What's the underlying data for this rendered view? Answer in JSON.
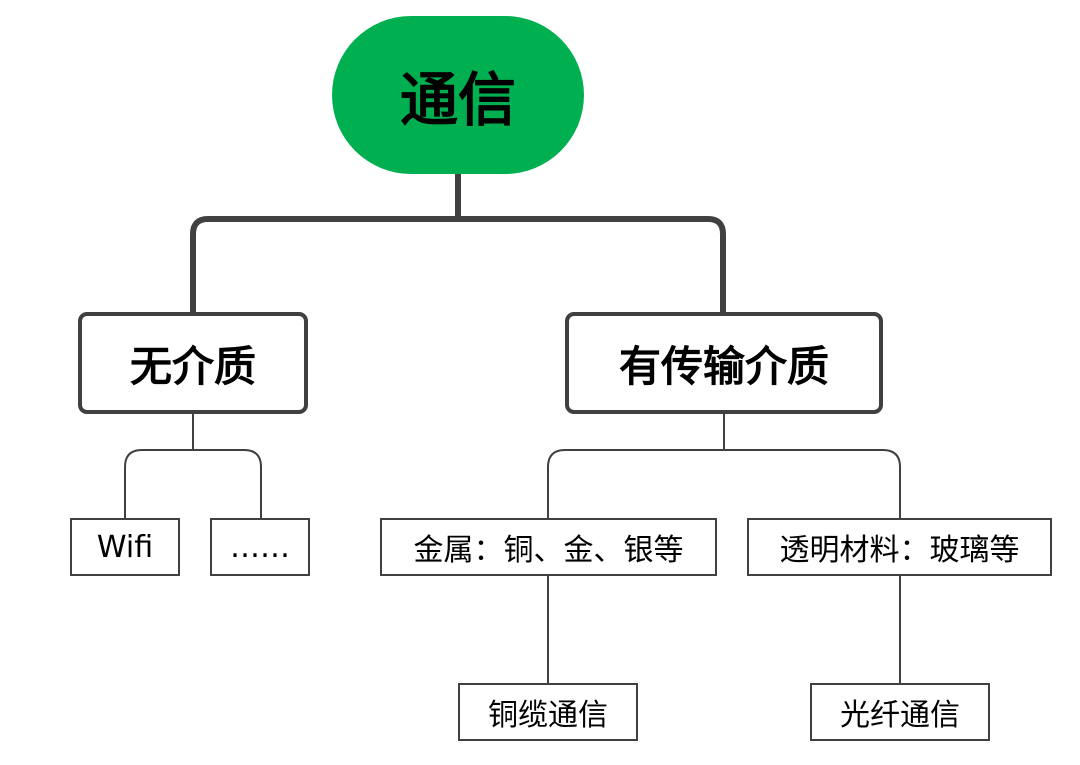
{
  "colors": {
    "root_fill": "#00B050",
    "line": "#404040",
    "text": "#000000"
  },
  "diagram": {
    "root": {
      "label": "通信"
    },
    "branches": [
      {
        "label": "无介质",
        "children": [
          {
            "label": "Wifi"
          },
          {
            "label": "……"
          }
        ]
      },
      {
        "label": "有传输介质",
        "children": [
          {
            "label": "金属：铜、金、银等",
            "child": {
              "label": "铜缆通信"
            }
          },
          {
            "label": "透明材料：玻璃等",
            "child": {
              "label": "光纤通信"
            }
          }
        ]
      }
    ]
  }
}
